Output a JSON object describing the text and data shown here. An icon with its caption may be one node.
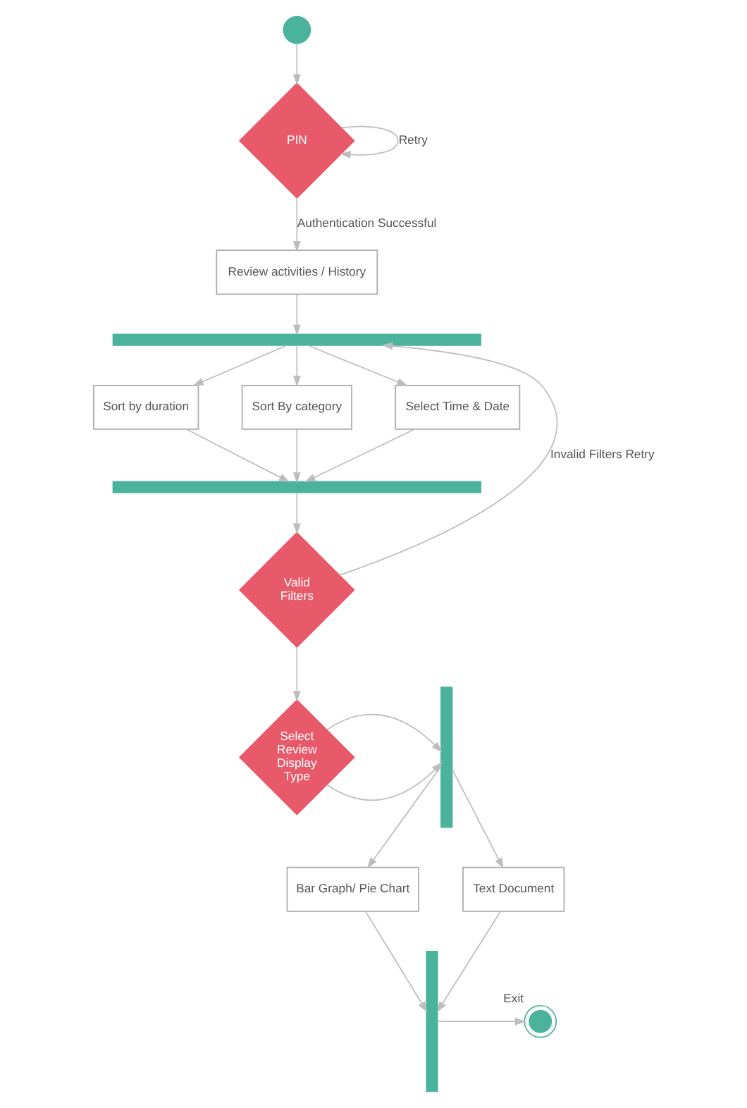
{
  "diagram": {
    "nodes": [
      {
        "text": [],
        "shape": "circle"
      },
      {
        "text": [
          "PIN"
        ]
      },
      {
        "text": [
          "Review activities / History"
        ]
      },
      {
        "text": [],
        "shape": "bar"
      },
      {
        "text": [
          "Sort by duration"
        ]
      },
      {
        "text": [
          "Sort By category"
        ]
      },
      {
        "text": [
          "Select Time & Date"
        ]
      },
      {
        "text": [],
        "shape": "bar"
      },
      {
        "text": [
          "Valid Filters"
        ]
      },
      {
        "text": [
          "Select Review Display Type"
        ]
      },
      {
        "text": [],
        "shape": "bar"
      },
      {
        "text": [
          "Bar Graph/ Pie Chart"
        ]
      },
      {
        "text": [
          "Text Document"
        ]
      },
      {
        "text": [],
        "shape": "bar"
      },
      {
        "text": [],
        "shape": "circle",
        "beside": [
          "Exit"
        ]
      }
    ],
    "edges": [
      {
        "from": 0,
        "to": 1,
        "arrow": "to"
      },
      {
        "from": 1,
        "to": 1,
        "arrow": "to",
        "label": "Retry"
      },
      {
        "from": 1,
        "to": 2,
        "arrow": "to",
        "label": "Authentication Successful"
      },
      {
        "from": 2,
        "to": 3,
        "arrow": "to"
      },
      {
        "from": 3,
        "to": 4,
        "arrow": "to"
      },
      {
        "from": 3,
        "to": 5,
        "arrow": "to"
      },
      {
        "from": 3,
        "to": 6,
        "arrow": "to"
      },
      {
        "from": 4,
        "to": 7,
        "arrow": "to"
      },
      {
        "from": 5,
        "to": 7,
        "arrow": "to"
      },
      {
        "from": 6,
        "to": 7,
        "arrow": "to"
      },
      {
        "from": 7,
        "to": 8,
        "arrow": "to"
      },
      {
        "from": 8,
        "to": 3,
        "arrow": "to",
        "label": "Invalid Filters Retry"
      },
      {
        "from": 8,
        "to": 9,
        "arrow": "to"
      },
      {
        "from": 9,
        "to": 10,
        "arrow": "to"
      },
      {
        "from": 9,
        "to": 10,
        "arrow": "to"
      },
      {
        "from": 10,
        "to": 11,
        "arrow": "to"
      },
      {
        "from": 10,
        "to": 12,
        "arrow": "to"
      },
      {
        "from": 11,
        "to": 13,
        "arrow": "to"
      },
      {
        "from": 12,
        "to": 13,
        "arrow": "to"
      },
      {
        "from": 13,
        "to": 14,
        "arrow": "to"
      }
    ]
  }
}
